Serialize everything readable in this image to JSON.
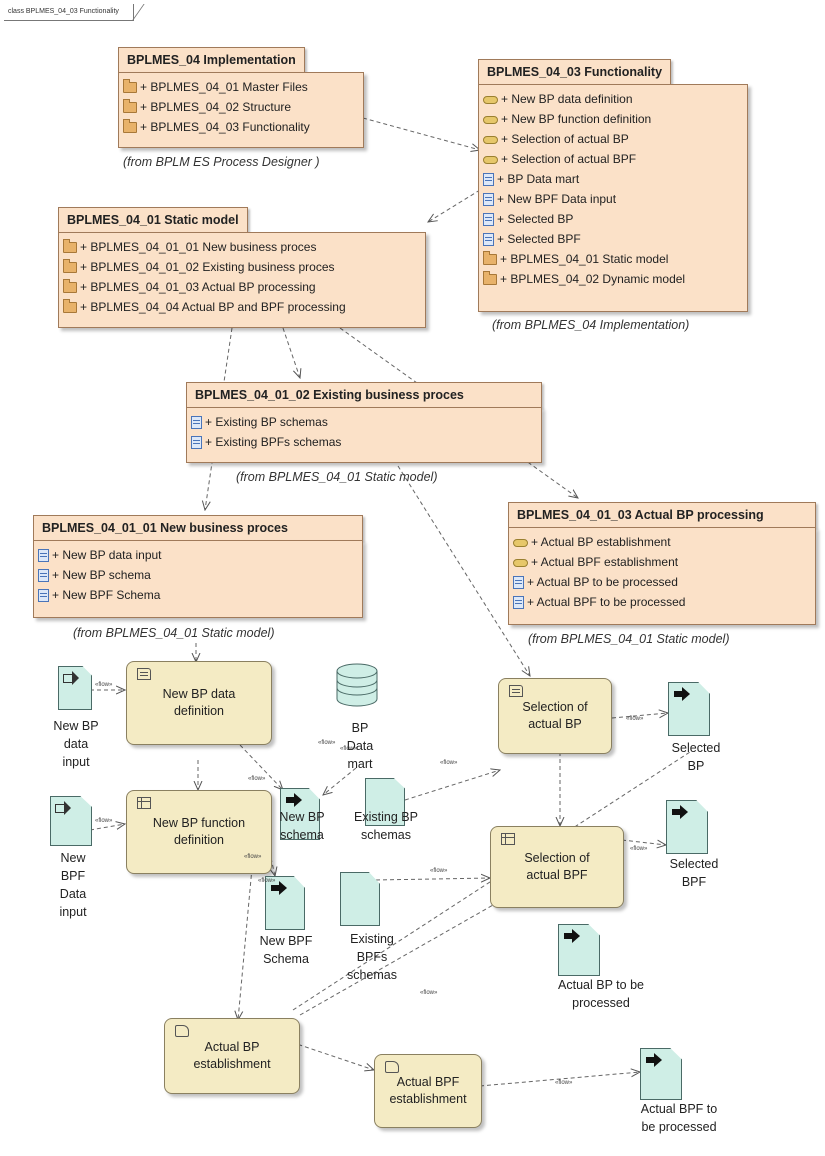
{
  "frame": {
    "title": "class BPLMES_04_03 Functionality"
  },
  "packages": {
    "impl": {
      "title": "BPLMES_04 Implementation",
      "items": [
        "+ BPLMES_04_01  Master Files",
        "+ BPLMES_04_02 Structure",
        "+ BPLMES_04_03 Functionality"
      ],
      "from": "(from BPLM ES Process Designer )"
    },
    "func": {
      "title": "BPLMES_04_03 Functionality",
      "items": [
        "+ New BP data definition",
        "+ New BP function definition",
        "+ Selection of actual BP",
        "+ Selection of actual BPF",
        "+ BP Data mart",
        "+ New BPF Data input",
        "+ Selected BP",
        "+ Selected BPF",
        "+ BPLMES_04_01  Static model",
        "+ BPLMES_04_02  Dynamic model"
      ],
      "from": "(from BPLMES_04 Implementation)"
    },
    "static": {
      "title": "BPLMES_04_01  Static model",
      "items": [
        "+ BPLMES_04_01_01  New business proces",
        "+ BPLMES_04_01_02  Existing business proces",
        "+ BPLMES_04_01_03 Actual BP processing",
        "+ BPLMES_04_04 Actual BP and BPF processing"
      ]
    },
    "existing": {
      "title": "BPLMES_04_01_02  Existing business proces",
      "items": [
        "+ Existing BP schemas",
        "+ Existing BPFs schemas"
      ],
      "from": "(from BPLMES_04_01  Static model)"
    },
    "newbiz": {
      "title": "BPLMES_04_01_01  New business proces",
      "items": [
        "+ New BP data input",
        "+ New BP schema",
        "+ New BPF Schema"
      ],
      "from": "(from BPLMES_04_01  Static model)"
    },
    "actual": {
      "title": "BPLMES_04_01_03 Actual BP processing",
      "items": [
        "+ Actual BP establishment",
        "+ Actual BPF establishment",
        "+ Actual BP to be processed",
        "+ Actual BPF to be processed"
      ],
      "from": "(from BPLMES_04_01  Static model)"
    }
  },
  "processes": {
    "new_bp_data_def": "New BP data definition",
    "new_bp_func_def": "New BP function definition",
    "sel_actual_bp": "Selection of actual BP",
    "sel_actual_bpf": "Selection of actual BPF",
    "actual_bp_est": "Actual BP establishment",
    "actual_bpf_est": "Actual BPF establishment"
  },
  "artifacts": {
    "new_bp_data_input": "New BP data input",
    "new_bpf_data_input": "New BPF Data input",
    "bp_data_mart": "BP Data mart",
    "new_bp_schema": "New BP schema",
    "existing_bp_schemas": "Existing BP schemas",
    "new_bpf_schema": "New BPF Schema",
    "existing_bpfs_schemas": "Existing BPFs schemas",
    "selected_bp": "Selected BP",
    "selected_bpf": "Selected BPF",
    "actual_bp_tbp": "Actual BP to be processed",
    "actual_bpf_tbp": "Actual BPF to be processed"
  },
  "flow_label": "«flow»"
}
